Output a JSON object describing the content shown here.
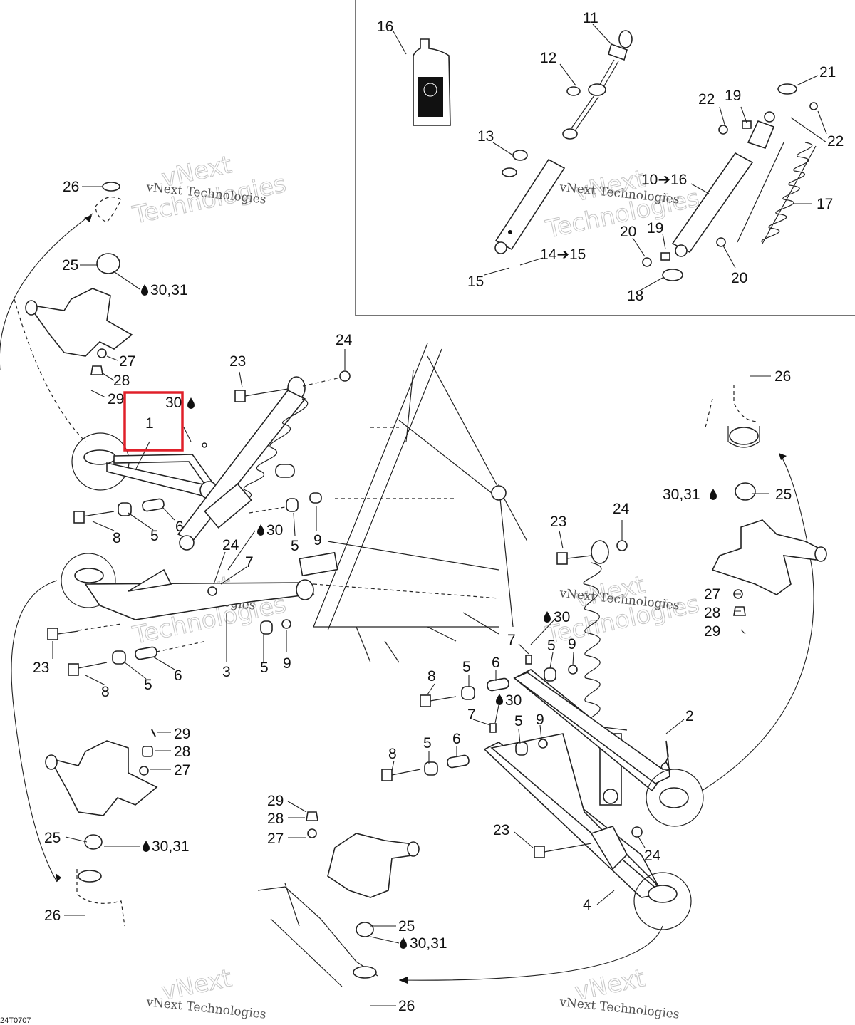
{
  "diagram_code": "24T0707",
  "watermark": {
    "line1": "vNext Technologies",
    "line2": "vNext",
    "line3": "Technologies"
  },
  "highlight_color": "#e0202a",
  "icons": [
    "oil-drop-icon",
    "arrow-right-icon"
  ],
  "callouts": {
    "c16": "16",
    "c11": "11",
    "c12": "12",
    "c13": "13",
    "c21": "21",
    "c19a": "19",
    "c22a": "22",
    "c22b": "22",
    "c10_16": "10➔16",
    "c17": "17",
    "c20a": "20",
    "c19b": "19",
    "c14_15": "14➔15",
    "c15": "15",
    "c20b": "20",
    "c18": "18",
    "c26a": "26",
    "c25a": "25",
    "c3031a": "30,31",
    "c27a": "27",
    "c28a": "28",
    "c29a": "29",
    "c23a": "23",
    "c24a": "24",
    "c30a": "30",
    "c1": "1",
    "c8a": "8",
    "c5a": "5",
    "c6a": "6",
    "c5b": "5",
    "c9a": "9",
    "c30b": "30",
    "c24b": "24",
    "c7a": "7",
    "c23b": "23",
    "c8b": "8",
    "c5c": "5",
    "c6b": "6",
    "c3": "3",
    "c5d": "5",
    "c9b": "9",
    "c26b": "26",
    "c3031b": "30,31",
    "c25b": "25",
    "c27b": "27",
    "c28b": "28",
    "c29b": "29",
    "c23c": "23",
    "c24c": "24",
    "c30c": "30",
    "c7b": "7",
    "c5e": "5",
    "c9c": "9",
    "c8c": "8",
    "c5f": "5",
    "c6c": "6",
    "c2": "2",
    "c7c": "7",
    "c30d": "30",
    "c5g": "5",
    "c9d": "9",
    "c8d": "8",
    "c5h": "5",
    "c6d": "6",
    "c29c": "29",
    "c28c": "28",
    "c27c": "27",
    "c25c": "25",
    "c3031c": "30,31",
    "c26c": "26",
    "c29d": "29",
    "c28d": "28",
    "c27d": "27",
    "c23d": "23",
    "c24d": "24",
    "c4": "4",
    "c25d": "25",
    "c3031d": "30,31",
    "c26d": "26"
  }
}
